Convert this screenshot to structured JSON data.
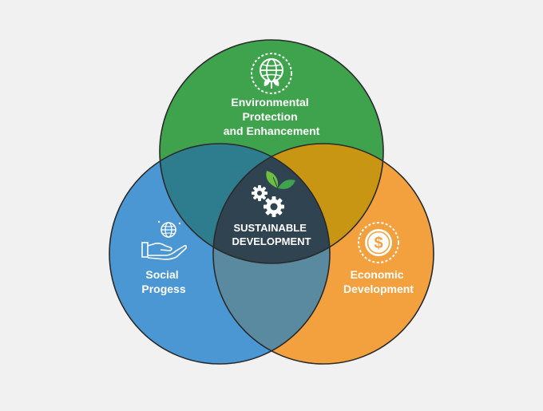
{
  "diagram": {
    "colors": {
      "background": "#f1f1f1",
      "environmental": "#3fa34d",
      "social": "#4b97d3",
      "economic": "#f3a13f",
      "center": "#2f4350",
      "outline": "#2a2a2a",
      "leaf": "#6cbf3f"
    },
    "environmental": {
      "label_lines": [
        "Environmental",
        "Protection",
        "and Enhancement"
      ],
      "icon": "globe-leaf-icon"
    },
    "social": {
      "label_lines": [
        "Social",
        "Progess"
      ],
      "icon": "hand-globe-icon"
    },
    "economic": {
      "label_lines": [
        "Economic",
        "Development"
      ],
      "icon": "dollar-coin-icon"
    },
    "center": {
      "label_lines": [
        "SUSTAINABLE",
        "DEVELOPMENT"
      ],
      "icon": "gears-leaf-icon"
    }
  }
}
